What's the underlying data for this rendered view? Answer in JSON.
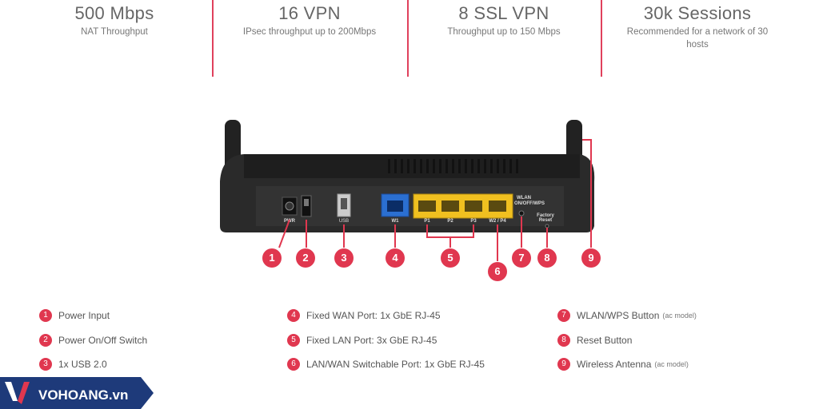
{
  "specs": [
    {
      "value": "500 Mbps",
      "label": "NAT Throughput"
    },
    {
      "value": "16 VPN",
      "label": "IPsec throughput up to 200Mbps"
    },
    {
      "value": "8 SSL VPN",
      "label": "Throughput up to 150 Mbps"
    },
    {
      "value": "30k Sessions",
      "label": "Recommended for a network of 30 hosts"
    }
  ],
  "router_labels": {
    "pwr": "PWR",
    "usb": "USB",
    "w1": "W1",
    "p1": "P1",
    "p2": "P2",
    "p3": "P3",
    "w2p4": "W2 / P4",
    "wlan_1": "WLAN",
    "wlan_2": "ON/OFF/WPS",
    "factory_1": "Factory",
    "factory_2": "Reset"
  },
  "callouts": [
    "1",
    "2",
    "3",
    "4",
    "5",
    "6",
    "7",
    "8",
    "9"
  ],
  "legend": [
    {
      "num": "1",
      "text": "Power Input",
      "note": ""
    },
    {
      "num": "2",
      "text": "Power On/Off Switch",
      "note": ""
    },
    {
      "num": "3",
      "text": "1x USB 2.0",
      "note": ""
    },
    {
      "num": "4",
      "text": "Fixed WAN Port: 1x GbE RJ-45",
      "note": ""
    },
    {
      "num": "5",
      "text": "Fixed LAN Port: 3x GbE RJ-45",
      "note": ""
    },
    {
      "num": "6",
      "text": "LAN/WAN Switchable Port: 1x GbE RJ-45",
      "note": ""
    },
    {
      "num": "7",
      "text": "WLAN/WPS Button",
      "note": "(ac model)"
    },
    {
      "num": "8",
      "text": "Reset Button",
      "note": ""
    },
    {
      "num": "9",
      "text": "Wireless Antenna",
      "note": "(ac model)"
    }
  ],
  "logo": {
    "text": "VOHOANG.vn",
    "brand_color": "#1e3a7a"
  },
  "colors": {
    "accent": "#e0374f",
    "wan_port": "#2b6fd1",
    "lan_port": "#f0c020"
  }
}
